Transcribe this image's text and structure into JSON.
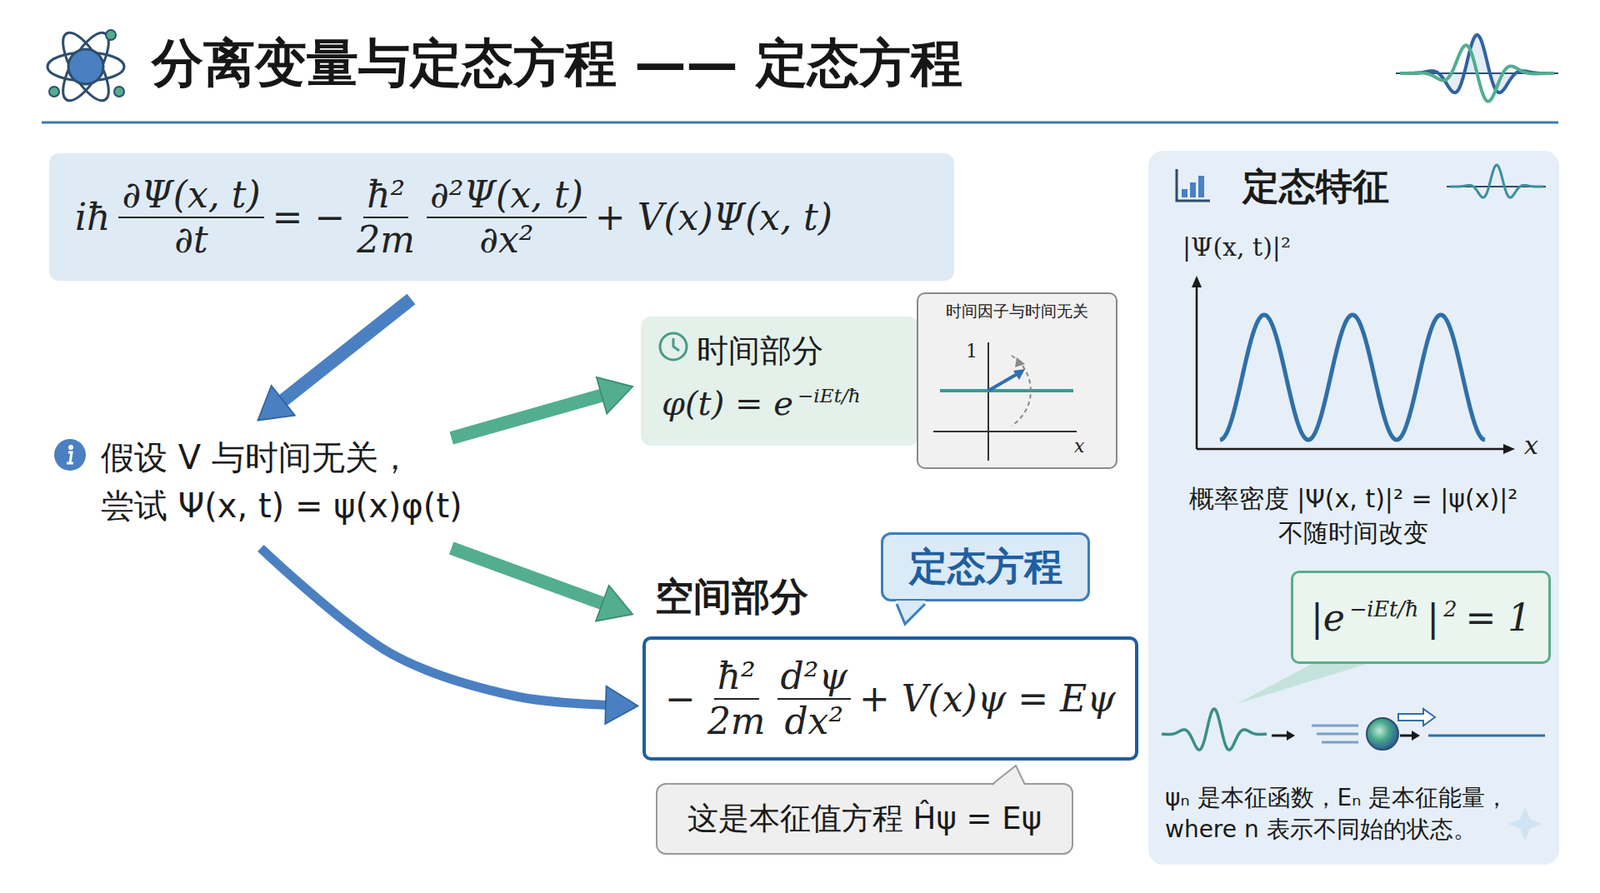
{
  "diagram": {
    "title": "分离变量与定态方程 —— 定态方程",
    "nodes": [
      {
        "text": [
          "iħ",
          "∂Ψ(x, t)",
          "∂t",
          "= −",
          "ħ²",
          "2m",
          "∂²Ψ(x, t)",
          "∂x²",
          "+ V(x)Ψ(x, t)"
        ]
      },
      {
        "text": [
          "假设 V 与时间无关，",
          "尝试 Ψ(x, t) = ψ(x)φ(t)"
        ]
      },
      {
        "text": [
          "时间部分",
          "φ(t) = e",
          "−iEt/ħ"
        ]
      },
      {
        "text": [
          "时间因子与时间无关",
          "1",
          "x"
        ]
      },
      {
        "text": [
          "空间部分",
          "−",
          "ħ²",
          "2m",
          "d²ψ",
          "dx²",
          "+ V(x)ψ = Eψ"
        ]
      },
      {
        "text": [
          "定态方程"
        ]
      },
      {
        "text": [
          "这是本征值方程 Ĥψ = Eψ"
        ]
      },
      {
        "text": [
          "定态特征",
          "|Ψ(x, t)|²",
          "x",
          "概率密度 |Ψ(x, t)|² = |ψ(x)|² 不随时间改变",
          "ψₙ 是本征函数，Eₙ 是本征能量， where n 表示不同始的状态。"
        ]
      },
      {
        "text": [
          "|e",
          "−iEt/ħ",
          "|",
          "2",
          "= 1"
        ],
        "in": 7
      }
    ],
    "edges": [
      {
        "from": 0,
        "to": 1,
        "arrow": "to"
      },
      {
        "from": 1,
        "to": 2,
        "arrow": "to"
      },
      {
        "from": 1,
        "to": 4,
        "arrow": "to"
      },
      {
        "from": 1,
        "to": 4,
        "arrow": "to"
      }
    ]
  }
}
